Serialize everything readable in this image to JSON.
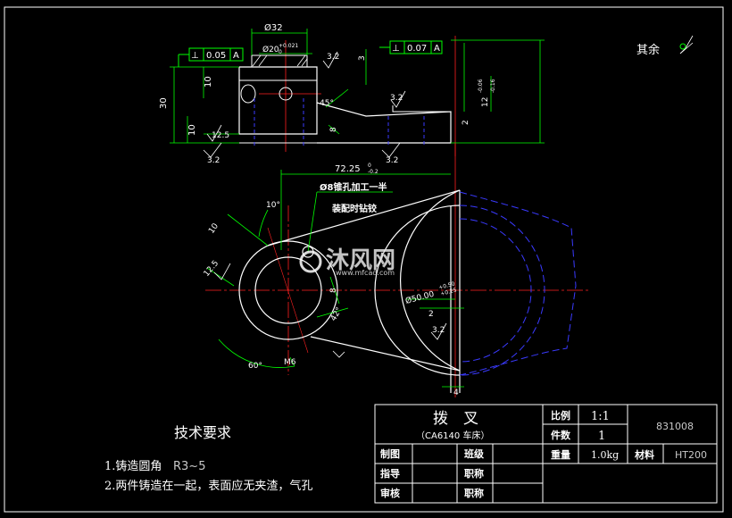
{
  "watermark": {
    "brand": "沐风网",
    "url": "www.mfcad.com"
  },
  "surface_finish": {
    "label": "其余"
  },
  "top_view": {
    "dim_top_width": "Ø32",
    "dim_hole": "Ø20",
    "dim_hole_tol": "+0.021",
    "dim_hole_tol2": "0",
    "gdt_left": {
      "symbol": "⊥",
      "value": "0.05",
      "datum": "A"
    },
    "gdt_right": {
      "symbol": "⊥",
      "value": "0.07",
      "datum": "A"
    },
    "rough_1": "3.2",
    "rough_2": "3.2",
    "rough_3": "12.5",
    "rough_4": "3.2",
    "rough_5": "3.2",
    "dim_30": "30",
    "dim_10a": "10",
    "dim_10b": "10",
    "dim_3": "3",
    "dim_45": "45°",
    "dim_8": "8",
    "dim_2": "2",
    "dim_12": "12",
    "dim_12_tol1": "-0.06",
    "dim_12_tol2": "-0.16"
  },
  "front_view": {
    "dim_length": "72.25",
    "dim_length_tol1": "0",
    "dim_length_tol2": "-0.2",
    "note_line1": "Ø8锥孔加工一半",
    "note_line2": "装配时钻铰",
    "dim_10_top": "10°",
    "dim_10_side": "10",
    "rough_left": "12.5",
    "dim_8": "8",
    "dim_50": "Ø50.00",
    "dim_50_tol1": "+0.50",
    "dim_50_tol2": "+0.25",
    "dim_2": "2",
    "dim_42": "42°",
    "rough_bottom": "3.2",
    "dim_60": "60°",
    "dim_m6": "M6",
    "dim_4": "4"
  },
  "tech_req": {
    "title": "技术要求",
    "item1_a": "1.铸造圆角",
    "item1_b": "R3~5",
    "item2": "2.两件铸造在一起，表面应无夹渣，气孔"
  },
  "title_block": {
    "part_name": "拨　叉",
    "machine": "（CA6140  车床）",
    "scale_label": "比例",
    "scale_value": "1:1",
    "qty_label": "件数",
    "qty_value": "1",
    "drawing_no": "831008",
    "weight_label": "重量",
    "weight_value": "1.0kg",
    "material_label": "材料",
    "material_value": "HT200",
    "drawn_label": "制图",
    "class_label": "班级",
    "guide_label": "指导",
    "title_label1": "职称",
    "review_label": "审核",
    "title_label2": "职称"
  },
  "colors": {
    "outline": "#ffffff",
    "dimension": "#00ff00",
    "center": "#ff0000",
    "hidden": "#3a3aff"
  }
}
